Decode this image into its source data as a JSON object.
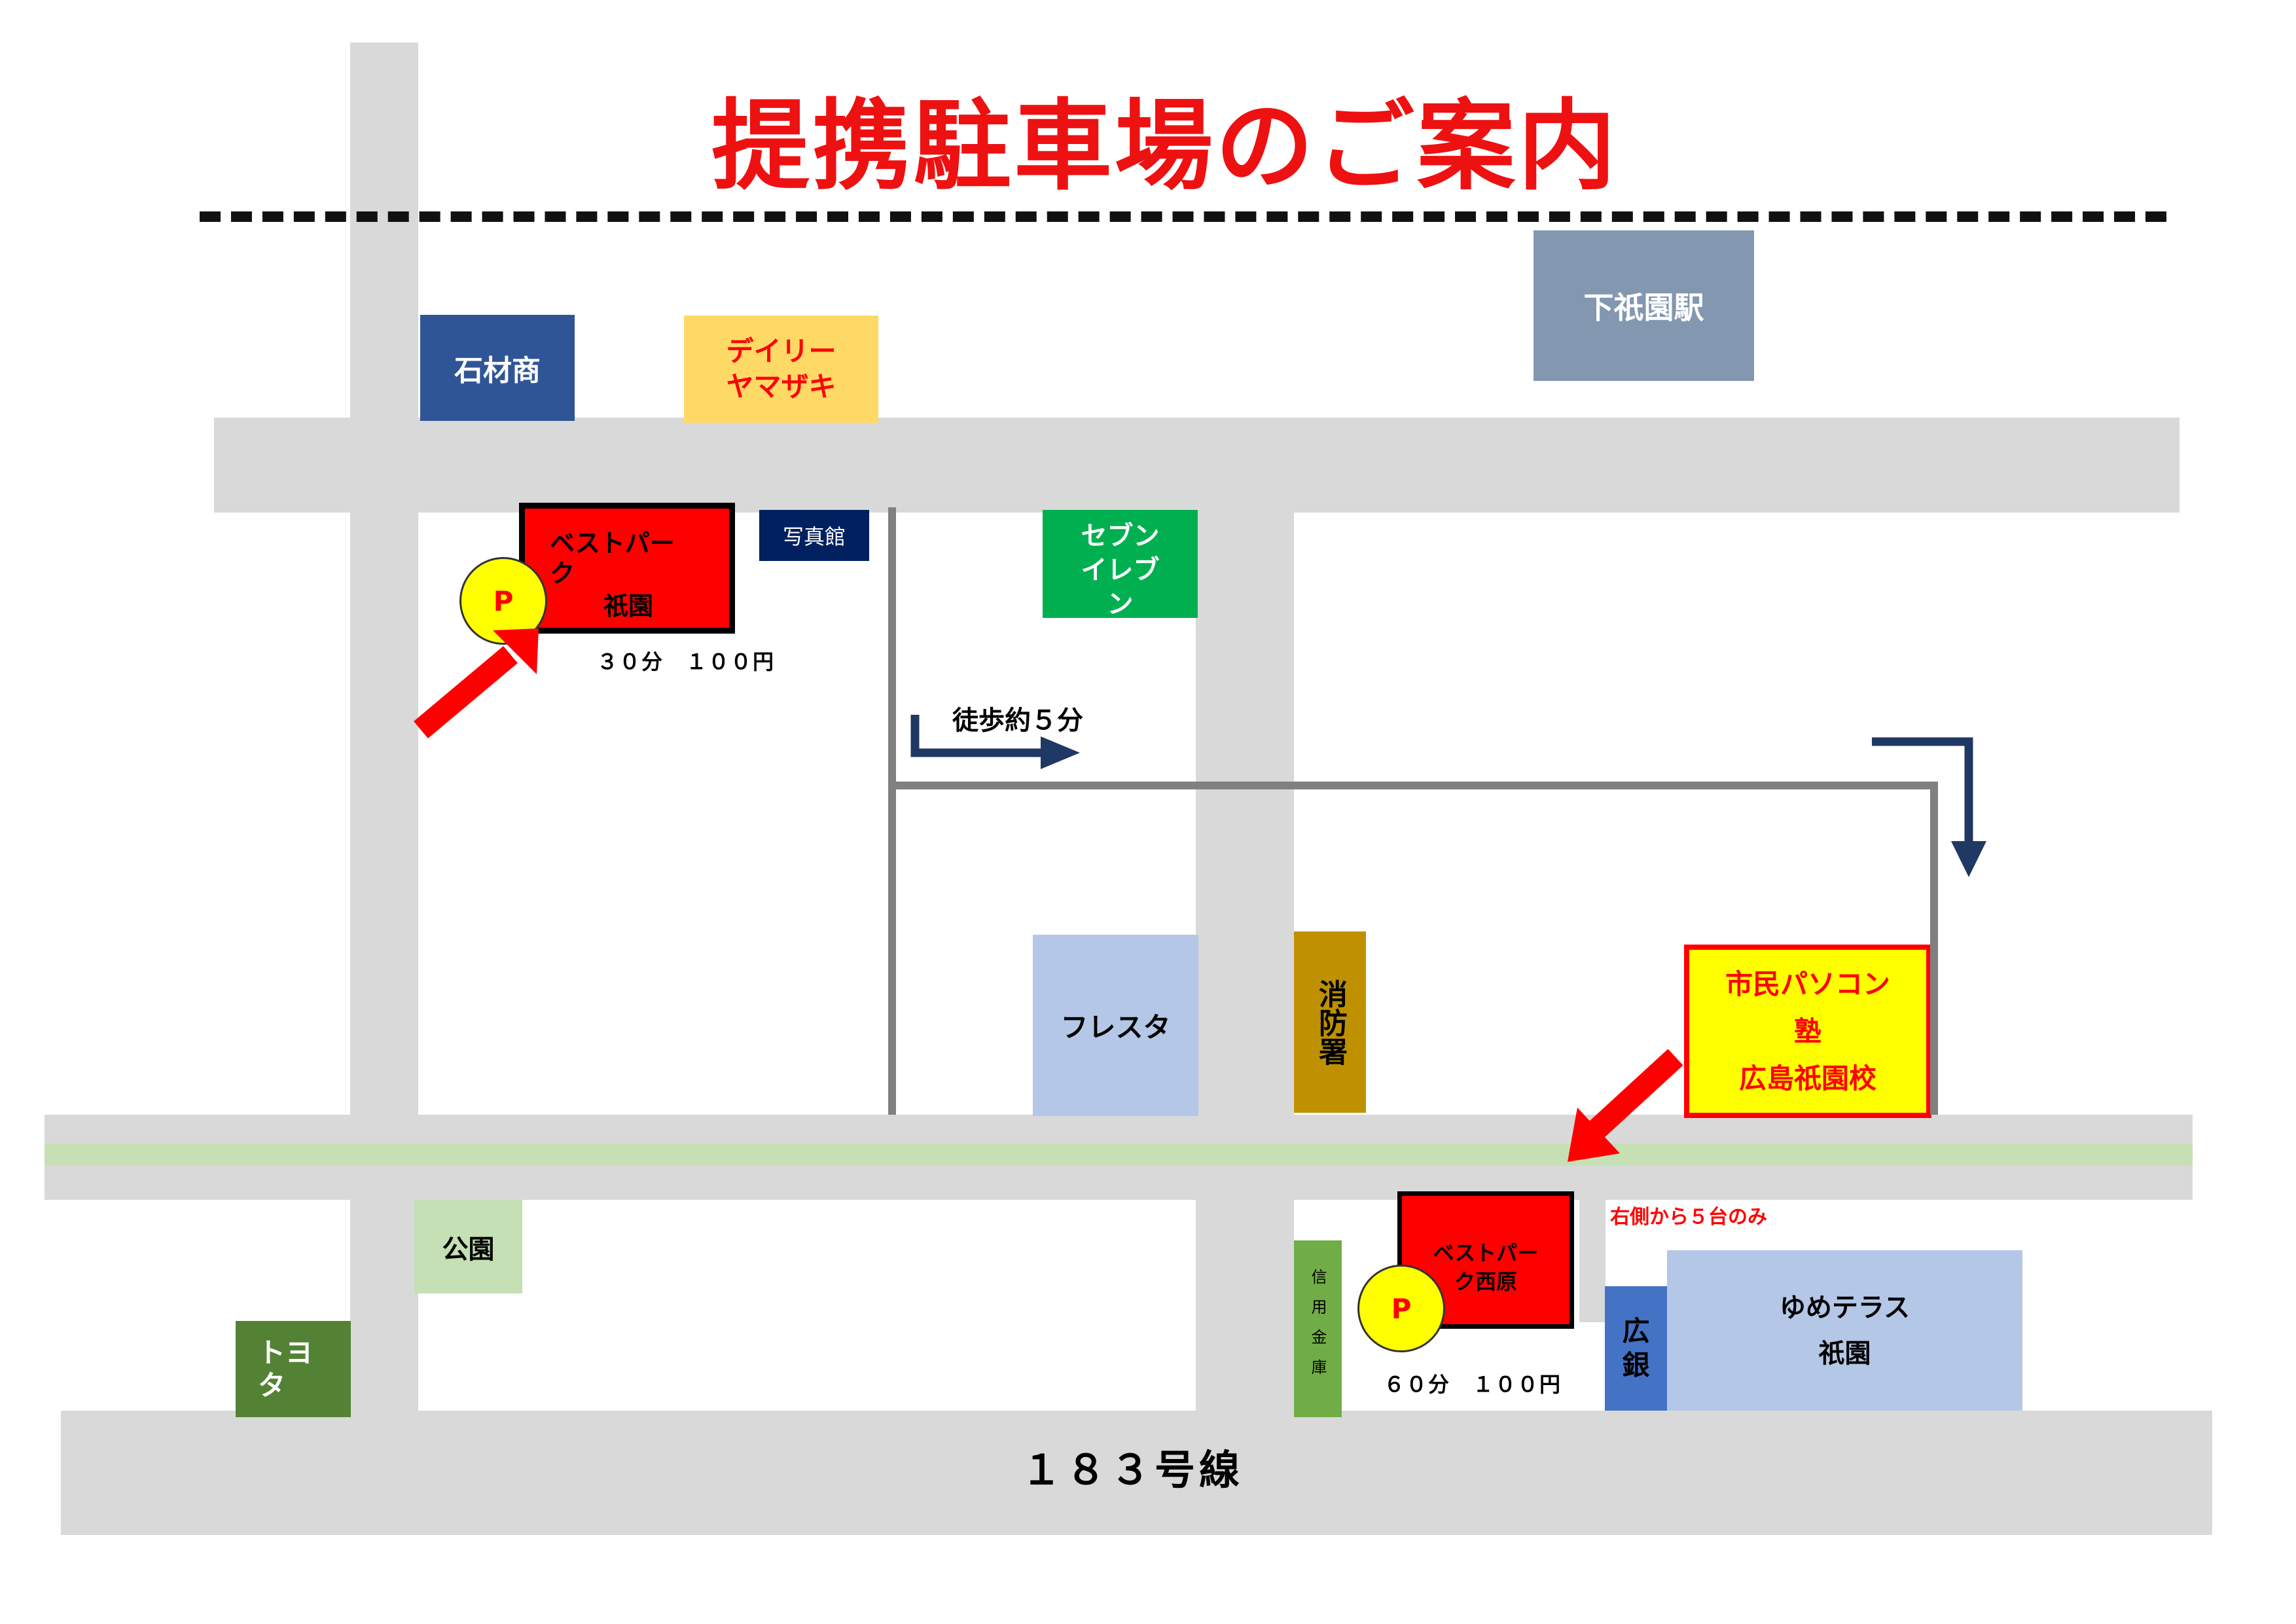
{
  "title": "提携駐車場のご案内",
  "stations": {
    "shimogion": "下祇園駅"
  },
  "landmarks": {
    "stonemason": "石材商",
    "daily_line1": "デイリー",
    "daily_line2": "ヤマザキ",
    "photo_studio": "写真館",
    "seven_line1": "セブン",
    "seven_line2": "イレブ",
    "seven_line3": "ン",
    "fresta": "フレスタ",
    "fire_station": "消防署",
    "park": "公園",
    "toyota_line1": "トヨ",
    "toyota_line2": "タ",
    "shinkin_bank": "信用金庫",
    "hiroshima_bank_line1": "広",
    "hiroshima_bank_line2": "銀",
    "youme_line1": "ゆめテラス",
    "youme_line2": "祇園"
  },
  "school": {
    "line1": "市民パソコン",
    "line2": "塾",
    "line3": "広島祇園校"
  },
  "parking": [
    {
      "name_line1": "ベストパー",
      "name_line2": "ク",
      "name_line3": "祇園",
      "price": "３０分　１００円",
      "p_label": "P"
    },
    {
      "name_line1": "ベストパー",
      "name_line2": "ク西原",
      "price": "６０分　１００円",
      "p_label": "P",
      "note": "右側から５台のみ"
    }
  ],
  "walk_label": "徒歩約５分",
  "road_label": "１８３号線",
  "colors": {
    "title": "#ee1111",
    "road": "#d9d9d9",
    "parking": "#ff0000",
    "arrow_red": "#ff0000",
    "arrow_navy": "#1f3864",
    "path_gray": "#808080",
    "school_fill": "#ffff00",
    "green_line": "#c6e0b4"
  }
}
